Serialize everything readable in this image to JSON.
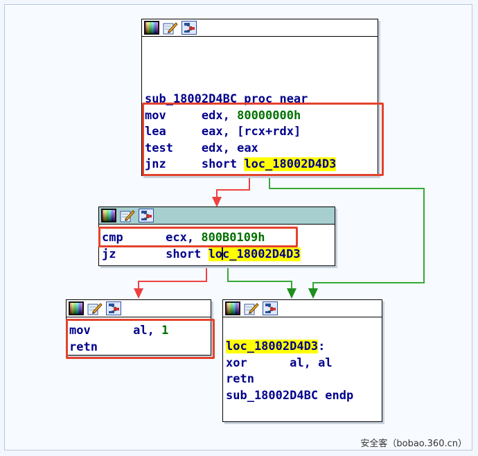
{
  "colors": {
    "green_edge": "#35a835",
    "red_edge": "#ee4040",
    "highlight_box": "#e4422c",
    "label_bg": "#ffff00",
    "active_header": "#a7cfcf"
  },
  "header_icons": [
    "color-palette-icon",
    "edit-pencil-icon",
    "graph-nodes-icon"
  ],
  "node1": {
    "proc_line": "sub_18002D4BC proc near",
    "lines": [
      {
        "mnemonic": "mov",
        "op1": "edx, ",
        "num": "80000000h",
        "label": ""
      },
      {
        "mnemonic": "lea",
        "op1": "eax, [rcx+rdx]",
        "num": "",
        "label": ""
      },
      {
        "mnemonic": "test",
        "op1": "edx, eax",
        "num": "",
        "label": ""
      },
      {
        "mnemonic": "jnz",
        "op1": "short ",
        "num": "",
        "label": "loc_18002D4D3"
      }
    ]
  },
  "node2": {
    "cmp": {
      "mnemonic": "cmp",
      "op1": "ecx, ",
      "num": "800B0109h"
    },
    "jz": {
      "mnemonic": "jz",
      "op1": "short ",
      "label_a": "lo",
      "label_b": "c_18002D4D3"
    }
  },
  "node3": {
    "mov": {
      "mnemonic": "mov",
      "op1": "al, ",
      "num": "1"
    },
    "retn": "retn"
  },
  "node4": {
    "label": "loc_18002D4D3",
    "colon": ":",
    "xor": {
      "mnemonic": "xor",
      "op1": "al, al"
    },
    "retn": "retn",
    "endp": "sub_18002D4BC endp"
  },
  "watermark": "安全客（bobao.360.cn）"
}
